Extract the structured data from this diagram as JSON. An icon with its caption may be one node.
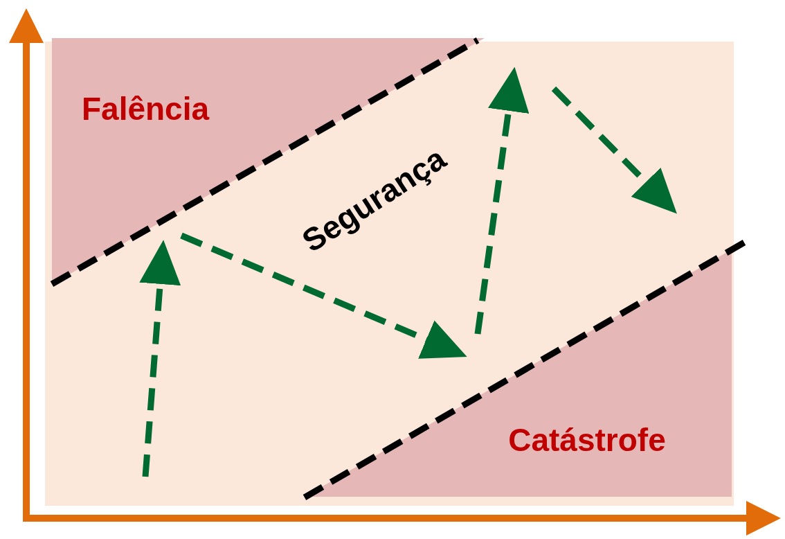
{
  "diagram": {
    "nodes": [
      {
        "text": [
          "Falência"
        ]
      },
      {
        "text": [
          "Catástrofe"
        ]
      }
    ],
    "labels": [
      "Segurança"
    ]
  }
}
